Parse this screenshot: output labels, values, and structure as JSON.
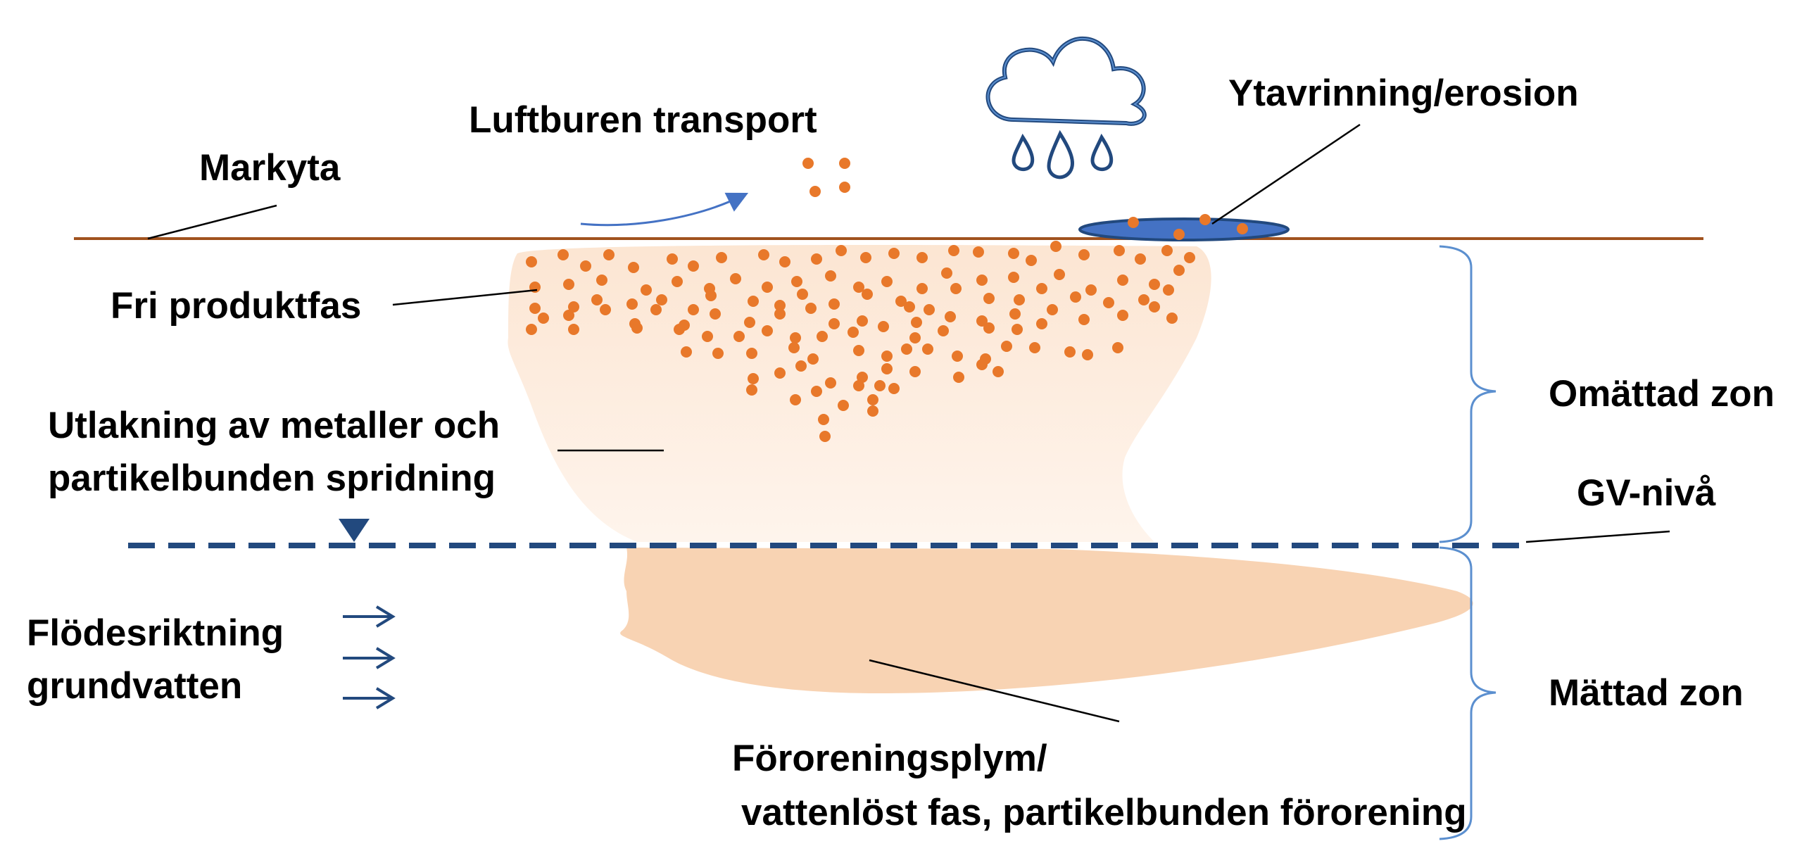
{
  "labels": {
    "markyta": "Markyta",
    "luftburen": "Luftburen transport",
    "ytavrinning": "Ytavrinning/erosion",
    "fri_produktfas": "Fri produktfas",
    "utlakning_line1": "Utlakning av metaller och",
    "utlakning_line2": "partikelbunden spridning",
    "omattad_zon": "Omättad zon",
    "gv_niva": "GV-nivå",
    "flodesriktning_line1": "Flödesriktning",
    "flodesriktning_line2": "grundvatten",
    "mattad_zon": "Mättad zon",
    "plym_line1": "Föroreningsplym/",
    "plym_line2": "vattenlöst fas, partikelbunden förorening"
  },
  "colors": {
    "ground": "#A0521E",
    "dots": "#E8782A",
    "water_table": "#22497E",
    "bracket": "#5B8FCF",
    "unsaturated_plume": "#FDEBDD",
    "saturated_plume": "#F8D3B3",
    "cloud_fill": "#FFFFFF",
    "cloud_stroke": "#22497E",
    "cloud_inner": "#5B8FCF",
    "puddle": "#4472C4"
  },
  "icons": {
    "rain_cloud": "rain-cloud-icon",
    "water_table_marker": "triangle-down-icon",
    "flow_arrow": "arrow-right-icon",
    "transport_arrow": "curved-arrow-icon"
  }
}
